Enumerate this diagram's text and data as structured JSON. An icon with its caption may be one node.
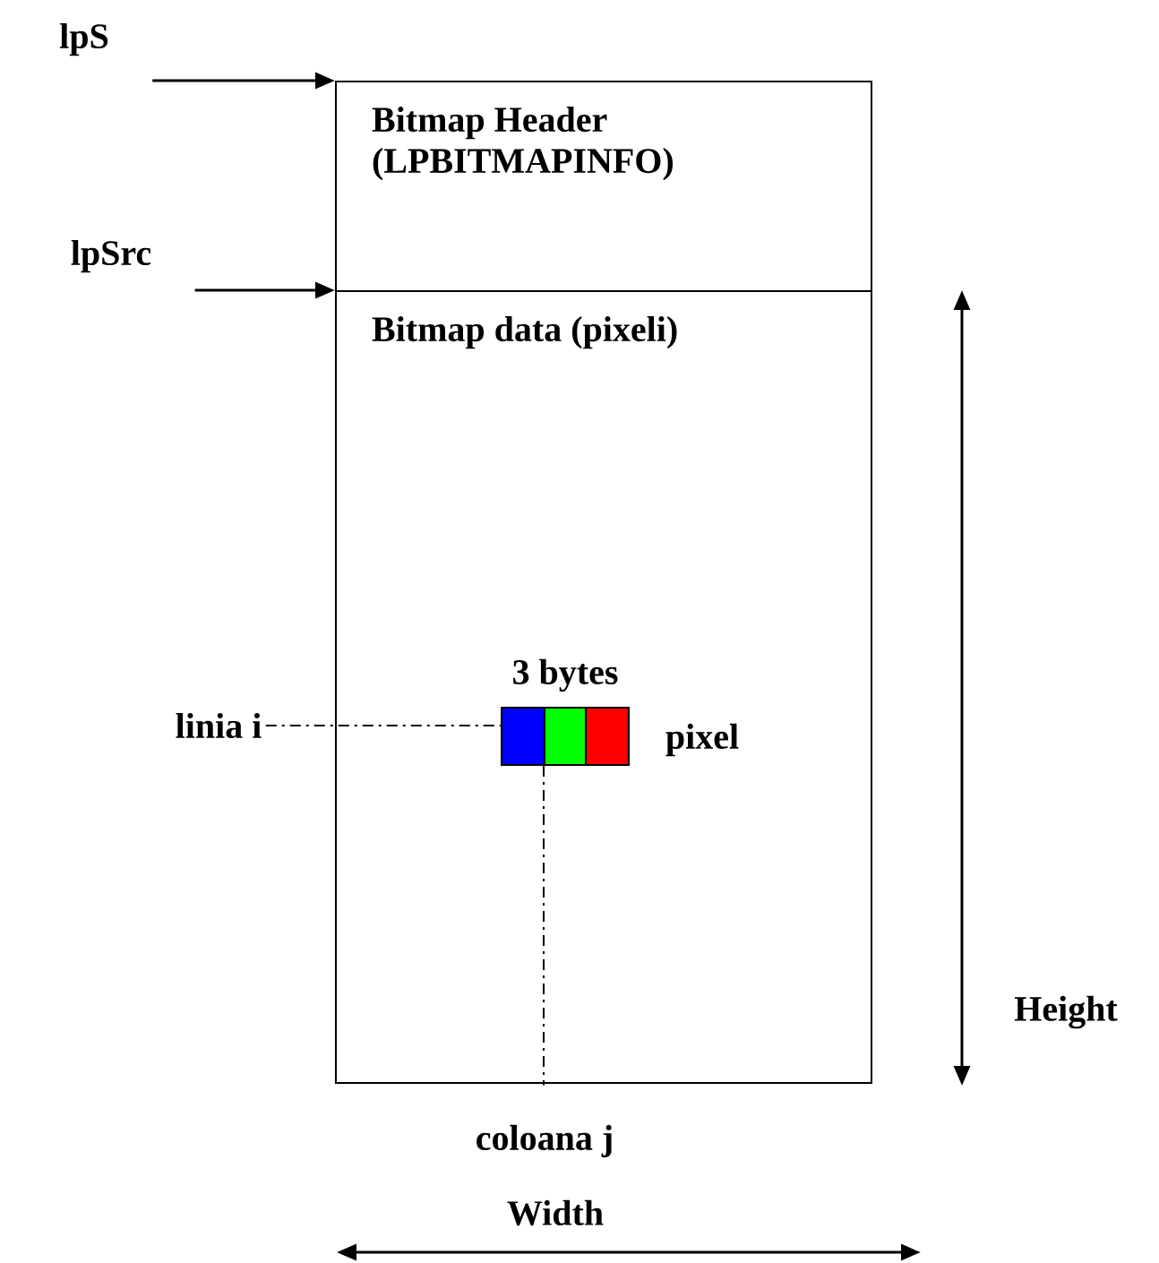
{
  "diagram": {
    "nodes": [
      {
        "text": [
          "Bitmap Header (LPBITMAPINFO)"
        ]
      },
      {
        "text": [
          "Bitmap data (pixeli)"
        ]
      },
      {
        "text": [
          "lpS"
        ]
      },
      {
        "text": [
          "lpSrc"
        ]
      },
      {
        "text": [],
        "shape": "box",
        "in": 1,
        "beside": [
          "3 bytes",
          "pixel"
        ]
      },
      {
        "text": [
          "linia i"
        ]
      },
      {
        "text": [
          "coloana j"
        ]
      }
    ],
    "edges": [
      {
        "from": 2,
        "to": 0,
        "arrow": "to"
      },
      {
        "from": 3,
        "to": 1,
        "arrow": "to"
      },
      {
        "from": 5,
        "to": 4,
        "arrow": "none",
        "style": "dashed"
      },
      {
        "from": 4,
        "to": 6,
        "arrow": "none",
        "style": "dashed"
      }
    ],
    "labels": [
      "Height",
      "Width"
    ]
  }
}
